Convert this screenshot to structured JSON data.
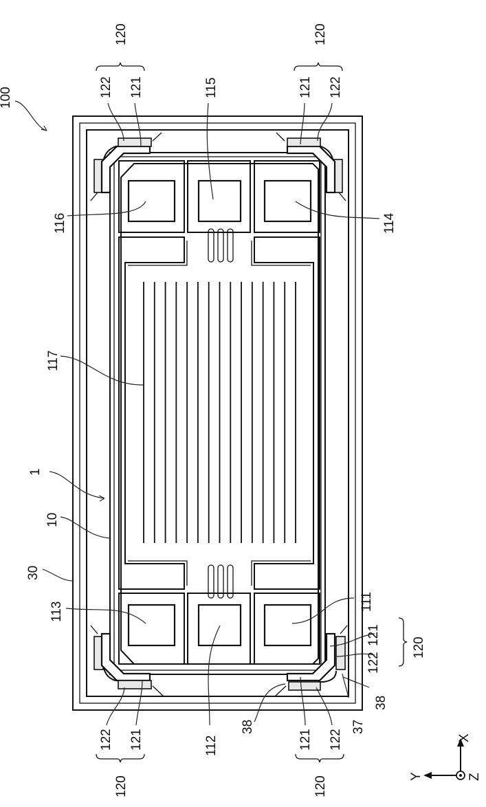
{
  "figure": {
    "type": "patent-drawing",
    "description": "Plan view of an acoustic wave device package with IDT electrode and bump electrodes",
    "colors": {
      "ink": "#111111",
      "background": "#ffffff"
    }
  },
  "labels": {
    "device": "100",
    "chip": "1",
    "substrate": "10",
    "package": "30",
    "pad_111": "111",
    "pad_112": "112",
    "pad_113": "113",
    "pad_114": "114",
    "pad_115": "115",
    "pad_116": "116",
    "idt": "117",
    "bump_group": "120",
    "bump_first_layer": "121",
    "bump_second_layer": "122",
    "seal_37": "37",
    "seal_38": "38"
  },
  "corner_groups": [
    {
      "position": "top-left",
      "group": "120",
      "parts": [
        "122",
        "121"
      ]
    },
    {
      "position": "top-right",
      "group": "120",
      "parts": [
        "121",
        "122"
      ]
    },
    {
      "position": "bottom-left",
      "group": "120",
      "parts": [
        "122",
        "121"
      ]
    },
    {
      "position": "bottom-right-bottom",
      "group": "120",
      "parts": [
        "121",
        "122"
      ]
    },
    {
      "position": "bottom-right-side",
      "group": "120",
      "parts": [
        "121",
        "122"
      ]
    }
  ],
  "idt": {
    "finger_count": 15
  },
  "axes": {
    "x": "X",
    "y": "Y",
    "z": "Z"
  }
}
